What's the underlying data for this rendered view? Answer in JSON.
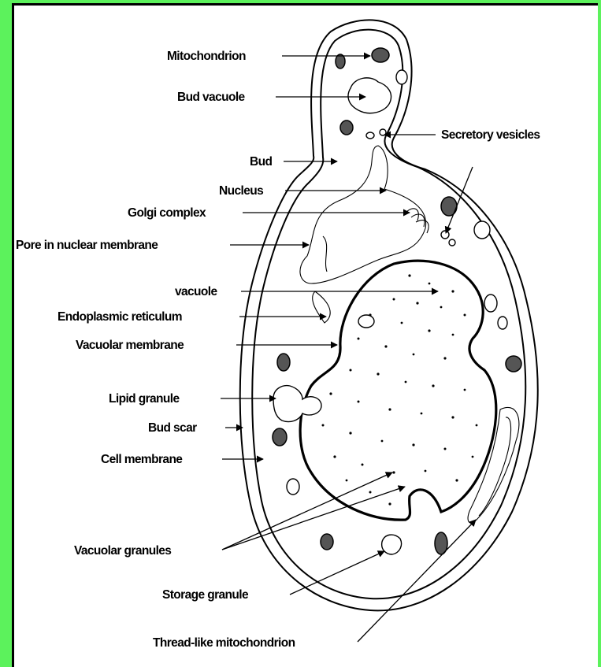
{
  "colors": {
    "frame": "#5cf25c",
    "panel": "#ffffff",
    "ink": "#000000"
  },
  "labels": {
    "mitochondrion": "Mitochondrion",
    "bud_vacuole": "Bud vacuole",
    "secretory_vesicles": "Secretory vesicles",
    "bud": "Bud",
    "nucleus": "Nucleus",
    "golgi_complex": "Golgi complex",
    "pore_in_nuclear_membrane": "Pore in nuclear membrane",
    "vacuole": "vacuole",
    "endoplasmic_reticulum": "Endoplasmic reticulum",
    "vacuolar_membrane": "Vacuolar membrane",
    "lipid_granule": "Lipid granule",
    "bud_scar": "Bud scar",
    "cell_membrane": "Cell membrane",
    "vacuolar_granules": "Vacuolar granules",
    "storage_granule": "Storage granule",
    "thread_like_mitochondrion": "Thread-like mitochondrion"
  }
}
